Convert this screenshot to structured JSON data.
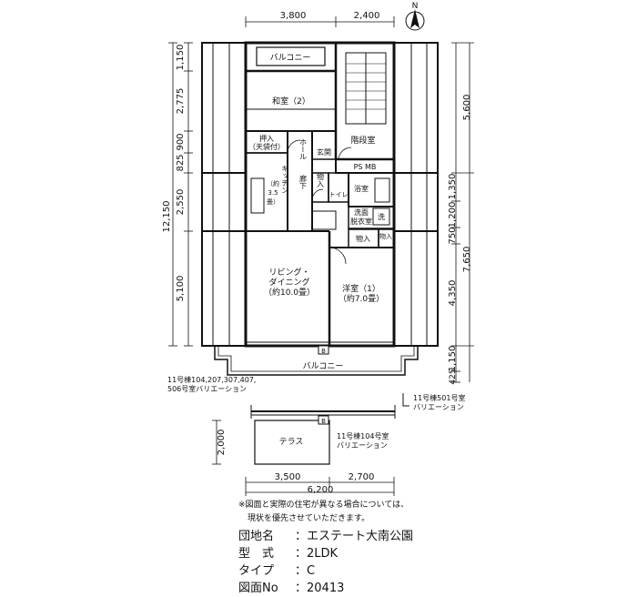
{
  "compass": {
    "label": "N"
  },
  "dims_top": [
    "3,800",
    "2,400"
  ],
  "dims_left": [
    "1,150",
    "2,775",
    "900",
    "825",
    "2,550",
    "5,100"
  ],
  "dim_left_total": "12,150",
  "dims_right": [
    "5,600",
    "1,350",
    "1,200",
    "750",
    "4,350",
    "1,150",
    "425"
  ],
  "dim_right_total": "7,650",
  "dims_bottom": [
    "3,500",
    "2,700"
  ],
  "dim_bottom_total": "6,200",
  "dim_terrace_height": "2,000",
  "rooms": {
    "balcony_top": "バルコニー",
    "washitsu": "和室（2）",
    "oshiire": "押入",
    "tenbukuro": "（天袋付）",
    "hall": "ホール",
    "genkan": "玄関",
    "stairs": "階段室",
    "ps_mb": "PS MB",
    "kitchen": "キッチン",
    "kitchen_size_1": "（約",
    "kitchen_size_2": "3.5",
    "kitchen_size_3": "畳）",
    "rouka": "廊下",
    "monoire": "物入",
    "toilet": "トイレ",
    "bath": "浴室",
    "senmen_1": "洗面",
    "senmen_2": "脱衣室",
    "sen": "洗",
    "monoire_2": "物入",
    "monoire_3": "物入",
    "living_1": "リビング・",
    "living_2": "ダイニング",
    "living_3": "（約10.0畳）",
    "youshitsu_1": "洋室（1）",
    "youshitsu_2": "（約7.0畳）",
    "balcony_bottom": "バルコニー",
    "terrace": "テラス",
    "b_mark": "B"
  },
  "variations": {
    "left_1": "11号棟104,207,307,407,",
    "left_2": "506号室バリエーション",
    "right_1": "11号棟501号室",
    "right_2": "バリエーション",
    "terrace_1": "11号棟104号室",
    "terrace_2": "バリエーション"
  },
  "note": {
    "line1": "※図面と実際の住宅が異なる場合については、",
    "line2": "現状を優先させていただきます。"
  },
  "info": {
    "rows": [
      {
        "key": "団地名",
        "value": "：エステート大南公園"
      },
      {
        "key": "型　式",
        "value": "：2LDK"
      },
      {
        "key": "タイプ",
        "value": "：C"
      },
      {
        "key": "図面No",
        "value": "：20413"
      }
    ]
  }
}
